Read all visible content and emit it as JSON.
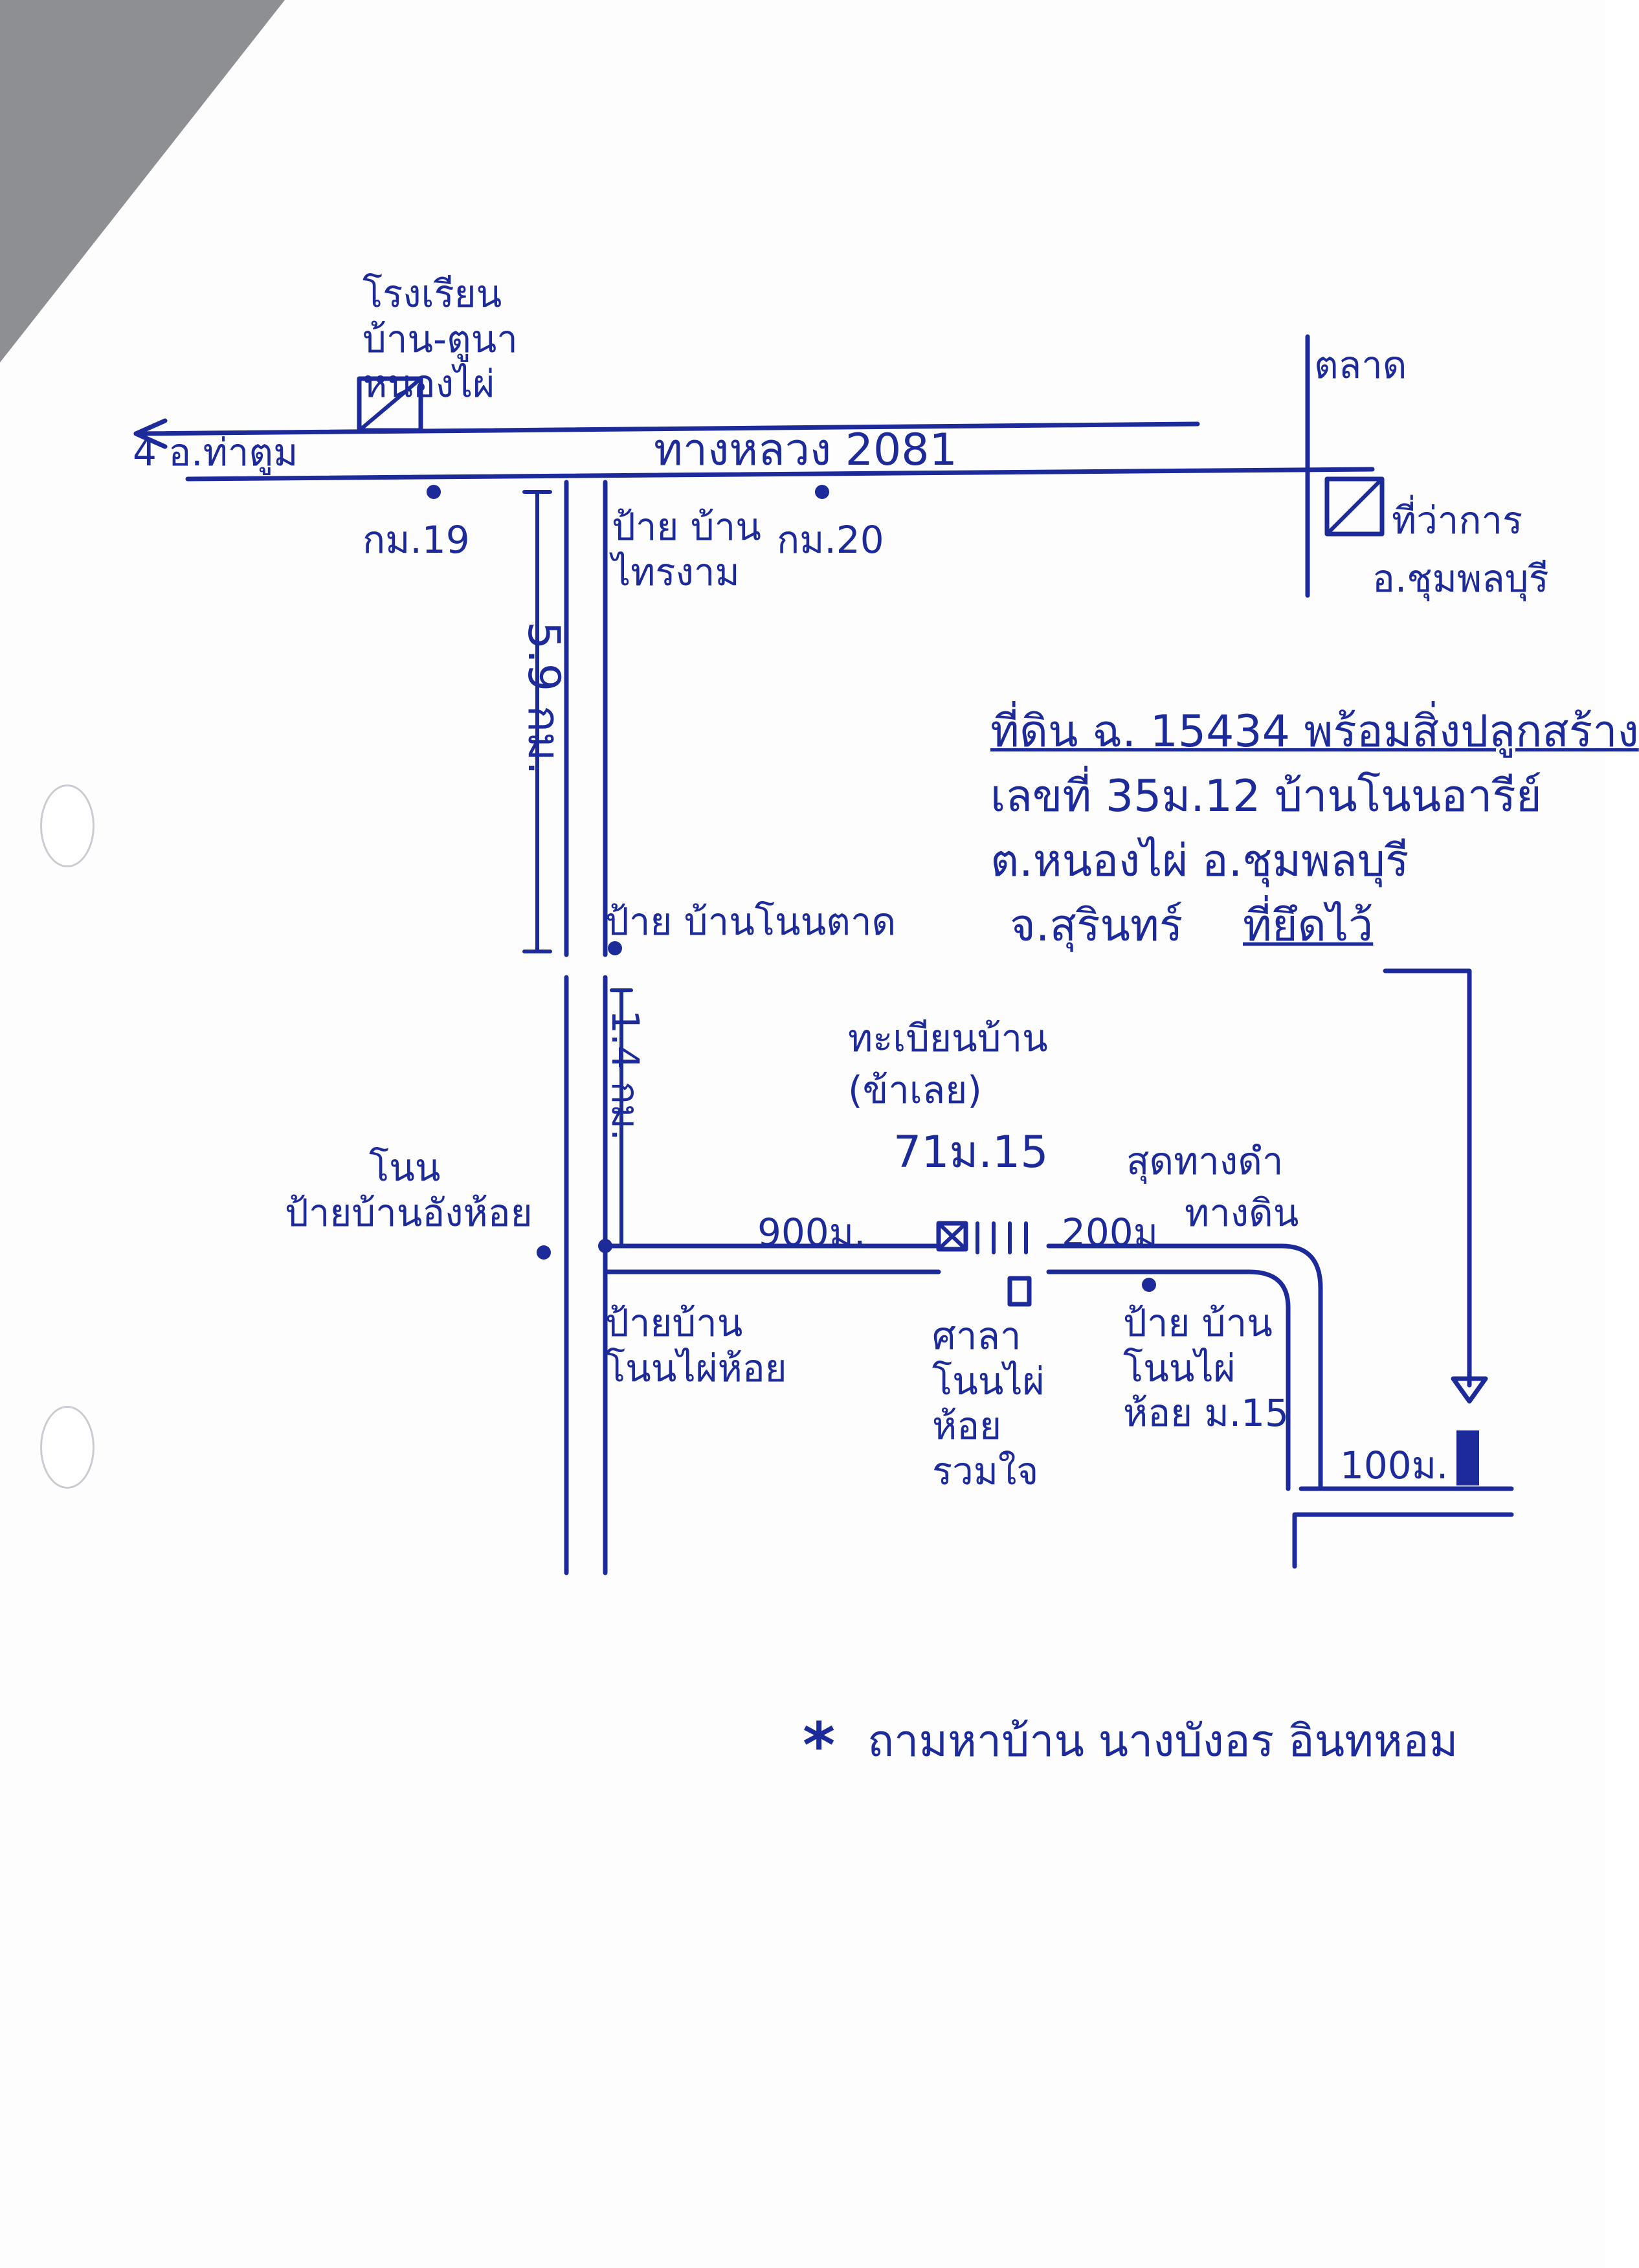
{
  "colors": {
    "ink": "#1d2a9a",
    "paper": "#fdfdfe",
    "scanner_bg": "#8d8f93"
  },
  "landmarks": {
    "school": "โรงเรียนบ้าน-ตูนาหนองไผ่",
    "market": "ตลาด",
    "district_office": "ที่ว่าการ",
    "district_office_name": "อ.ชุมพลบุรี"
  },
  "roads": {
    "west_direction": "4 อ.ท่าตูม",
    "highway": "ทางหลวง 2081",
    "north_south_dist_1": "5.9 กม.",
    "north_south_dist_2": "1.4 กม."
  },
  "markers": {
    "km19": "กม.19",
    "km20": "กม.20",
    "sign_thaingam": "ป้าย บ้านไทรงาม",
    "sign_nontalat": "ป้าย บ้านโนนตาด",
    "sign_nonfang_1": "โนน",
    "sign_nonfang_2": "ป้ายบ้านอังห้อย",
    "sign_phaihoi": "ป้ายบ้าน โนนไผ่ห้อย",
    "sala": "ศาลา โนนไผ่ห้อย รวมใจ",
    "sign_mu15": "ป้าย บ้าน โนนไผ่ห้อย ม.15",
    "house_reg": "ทะเบียนบ้าน",
    "house_reg_sub": "(ข้าเลย)",
    "house_no": "71ม.15",
    "dist_900": "900ม.",
    "dist_200": "200ม",
    "end_road_1": "สุดทางดำ",
    "end_road_2": "ทางดิน",
    "dist_100": "100ม."
  },
  "destination": {
    "line1": "ที่ดิน ฉ. 15434 พร้อมสิ่งปลูกสร้าง",
    "line2": "เลขที่ 35ม.12 บ้านโนนอารีย์",
    "line3": "ต.หนองไผ่ อ.ชุมพลบุรี",
    "line4a": "จ.สุรินทร์",
    "line4b": "ที่ยึดไว้"
  },
  "note": {
    "star": "*",
    "text": "ถามหาบ้าน นางบังอร อินทหอม"
  }
}
